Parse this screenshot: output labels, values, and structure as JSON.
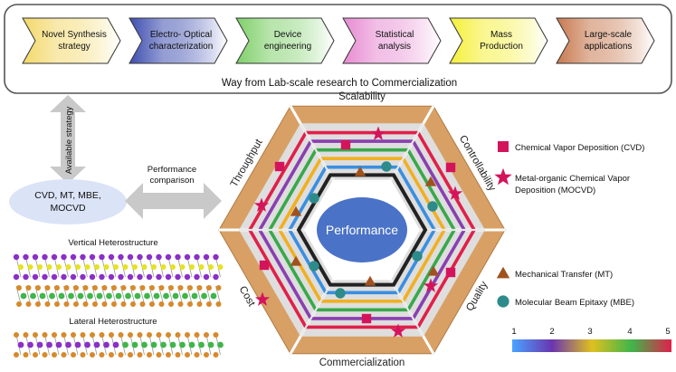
{
  "pipeline": {
    "steps": [
      {
        "label_lines": [
          "Novel Synthesis",
          "strategy"
        ],
        "color": "#f3d86a"
      },
      {
        "label_lines": [
          "Electro- Optical",
          "characterization"
        ],
        "color": "#3f4fb0"
      },
      {
        "label_lines": [
          "Device",
          "engineering"
        ],
        "color": "#7fd06a"
      },
      {
        "label_lines": [
          "Statistical",
          "analysis"
        ],
        "color": "#e78bd2"
      },
      {
        "label_lines": [
          "Mass",
          "Production"
        ],
        "color": "#f5f03a"
      },
      {
        "label_lines": [
          "Large-scale",
          "applications"
        ],
        "color": "#c87a50"
      }
    ],
    "caption": "Way from Lab-scale research to Commercialization"
  },
  "arrows": {
    "vertical_label": "Available strategy",
    "horizontal_label_lines": [
      "Performance",
      "comparison"
    ]
  },
  "methods_ellipse": {
    "label_lines": [
      "CVD, MT, MBE,",
      "MOCVD"
    ]
  },
  "structures": {
    "vertical_title": "Vertical Heterostructure",
    "lateral_title": "Lateral Heterostructure",
    "atom_colors": {
      "purple": "#8a2fc7",
      "yellow": "#e6e21e",
      "orange": "#d7892b",
      "green": "#3fb54a"
    }
  },
  "hexagon": {
    "center_label": "Performance",
    "side_labels": [
      "Scalability",
      "Controllability",
      "Quality",
      "Commercialization",
      "Cost",
      "Throughput"
    ],
    "ring_colors": [
      "#3a8fe0",
      "#f0b020",
      "#39a84a",
      "#8a3fb0",
      "#e0204a"
    ],
    "frame_color": "#d9a066"
  },
  "legend": {
    "items": [
      {
        "label_lines": [
          "Chemical Vapor Deposition (CVD)"
        ],
        "symbol": "square",
        "color": "#d4145a"
      },
      {
        "label_lines": [
          "Metal-organic Chemical Vapor",
          "Deposition (MOCVD)"
        ],
        "symbol": "star",
        "color": "#d4145a"
      },
      {
        "label_lines": [
          "Mechanical Transfer (MT)"
        ],
        "symbol": "triangle",
        "color": "#a0521e"
      },
      {
        "label_lines": [
          "Molecular Beam Epitaxy (MBE)"
        ],
        "symbol": "circle",
        "color": "#2e8b8b"
      }
    ],
    "scale_ticks": [
      "1",
      "2",
      "3",
      "4",
      "5"
    ],
    "scale_colors": [
      "#4aa3ff",
      "#6a35b0",
      "#e0c020",
      "#3fb54a",
      "#e0204a"
    ]
  }
}
